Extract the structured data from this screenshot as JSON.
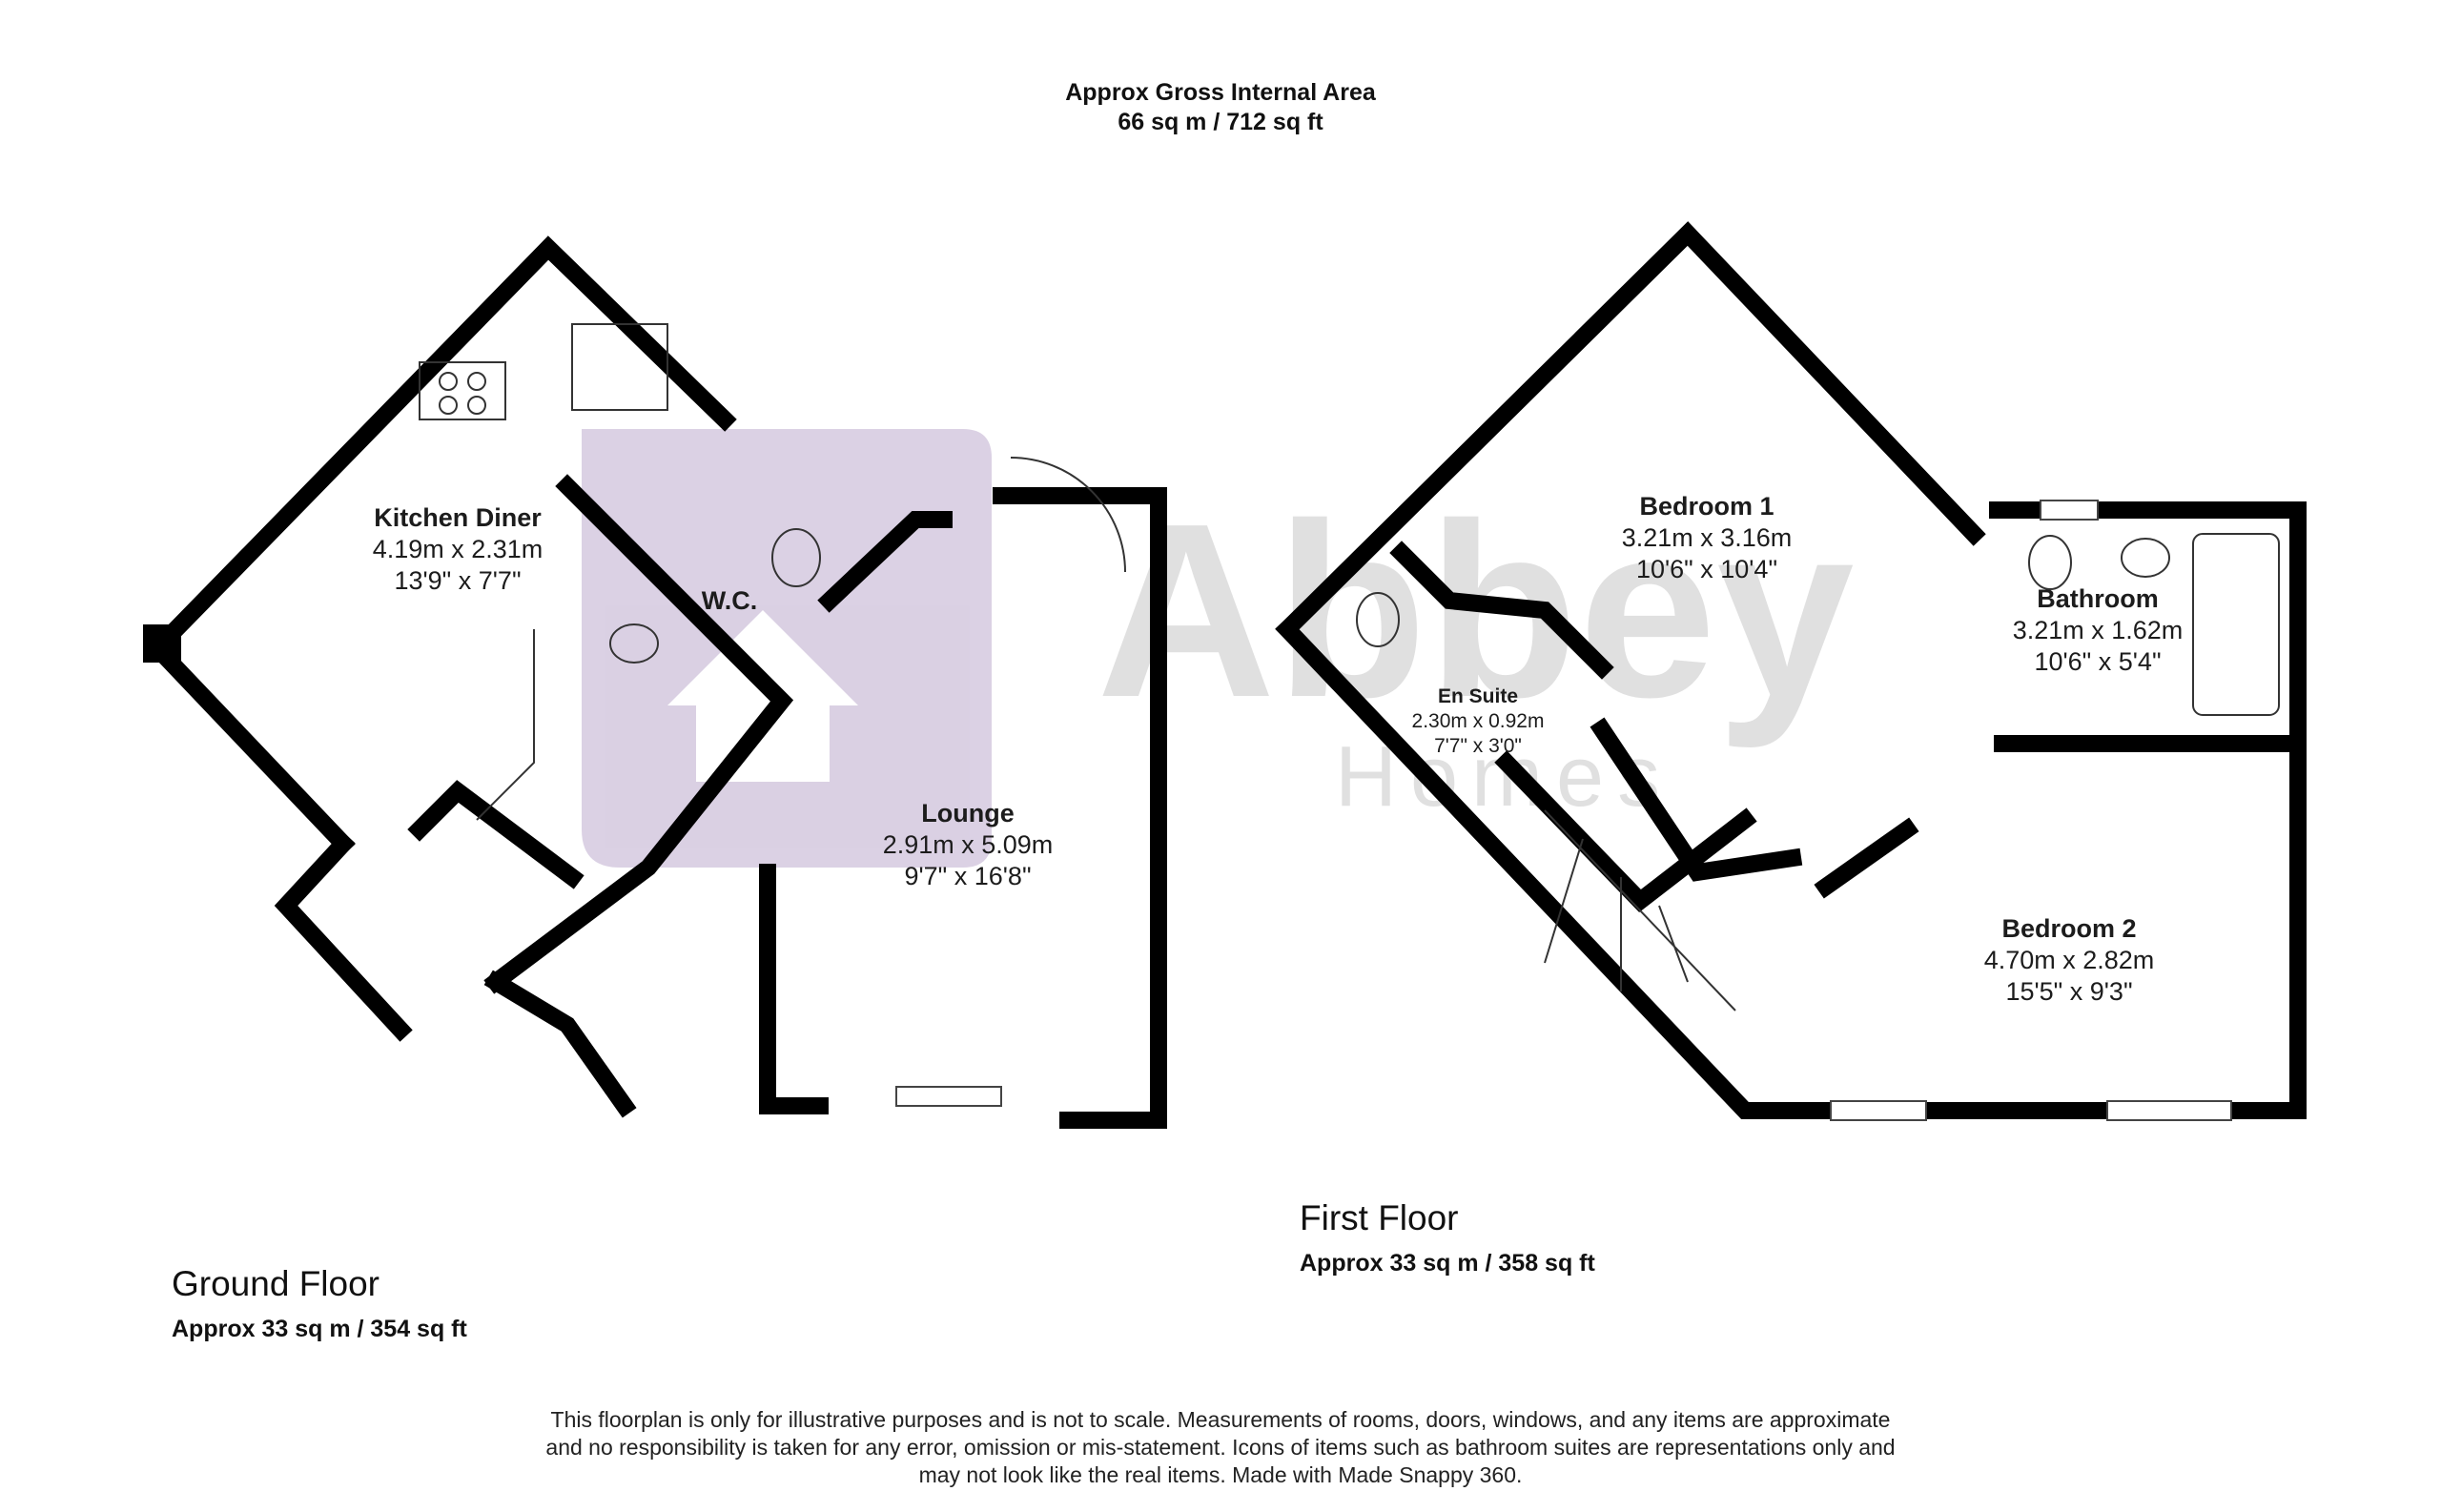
{
  "header": {
    "title": "Approx Gross Internal Area",
    "area": "66 sq m / 712 sq ft"
  },
  "brand": {
    "name": "Abbey",
    "sub": "Homes",
    "color": "#5a2d82"
  },
  "rooms": {
    "kitchen": {
      "name": "Kitchen Diner",
      "metric": "4.19m x 2.31m",
      "imperial": "13'9\" x 7'7\""
    },
    "wc": {
      "name": "W.C."
    },
    "lounge": {
      "name": "Lounge",
      "metric": "2.91m x 5.09m",
      "imperial": "9'7\" x 16'8\""
    },
    "bedroom1": {
      "name": "Bedroom 1",
      "metric": "3.21m x 3.16m",
      "imperial": "10'6\" x 10'4\""
    },
    "ensuite": {
      "name": "En Suite",
      "metric": "2.30m x 0.92m",
      "imperial": "7'7\" x 3'0\""
    },
    "bathroom": {
      "name": "Bathroom",
      "metric": "3.21m x 1.62m",
      "imperial": "10'6\" x 5'4\""
    },
    "bedroom2": {
      "name": "Bedroom 2",
      "metric": "4.70m x 2.82m",
      "imperial": "15'5\" x 9'3\""
    }
  },
  "floors": {
    "ground": {
      "label": "Ground Floor",
      "area": "Approx 33 sq m / 354 sq ft"
    },
    "first": {
      "label": "First Floor",
      "area": "Approx 33 sq m / 358 sq ft"
    }
  },
  "disclaimer": {
    "line1": "This floorplan is only for illustrative purposes and is not to scale. Measurements of rooms, doors, windows, and any items are approximate",
    "line2": "and no responsibility is taken for any error, omission or mis-statement. Icons of items such as bathroom suites are representations only and",
    "line3": "may not look like the real items. Made with Made Snappy 360."
  }
}
